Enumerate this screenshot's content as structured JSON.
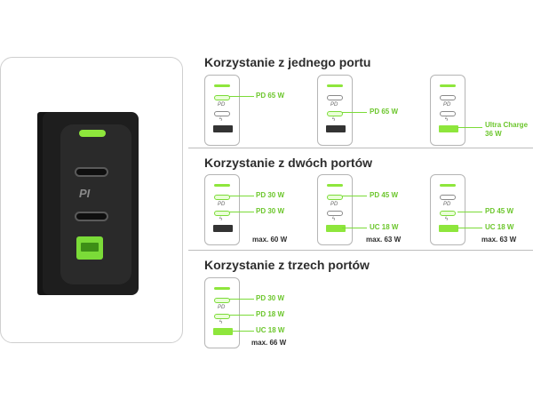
{
  "colors": {
    "accent": "#7bdb38",
    "charger_body": "#1e1e1e",
    "text": "#2d2d2d"
  },
  "product": {
    "logo_text": "PI"
  },
  "sections": [
    {
      "title": "Korzystanie z jednego portu"
    },
    {
      "title": "Korzystanie z dwóch portów"
    },
    {
      "title": "Korzystanie z trzech portów"
    }
  ],
  "diagrams": [
    {
      "active_ports": [
        "usb-c-1"
      ],
      "labels": [
        "PD 65 W"
      ],
      "max": ""
    },
    {
      "active_ports": [
        "usb-c-2"
      ],
      "labels": [
        "PD 65 W"
      ],
      "max": ""
    },
    {
      "active_ports": [
        "usb-a"
      ],
      "labels": [
        "Ultra Charge 36 W"
      ],
      "max": ""
    },
    {
      "active_ports": [
        "usb-c-1",
        "usb-c-2"
      ],
      "labels": [
        "PD 30 W",
        "PD 30 W"
      ],
      "max": "max. 60 W"
    },
    {
      "active_ports": [
        "usb-c-1",
        "usb-a"
      ],
      "labels": [
        "PD 45 W",
        "UC 18 W"
      ],
      "max": "max. 63 W"
    },
    {
      "active_ports": [
        "usb-c-2",
        "usb-a"
      ],
      "labels": [
        "PD 45 W",
        "UC 18 W"
      ],
      "max": "max. 63 W"
    },
    {
      "active_ports": [
        "usb-c-1",
        "usb-c-2",
        "usb-a"
      ],
      "labels": [
        "PD 30 W",
        "PD 18 W",
        "UC 18 W"
      ],
      "max": "max. 66 W"
    }
  ],
  "mini_port_labels": {
    "pd": "PD",
    "bolt": "ϟ"
  }
}
